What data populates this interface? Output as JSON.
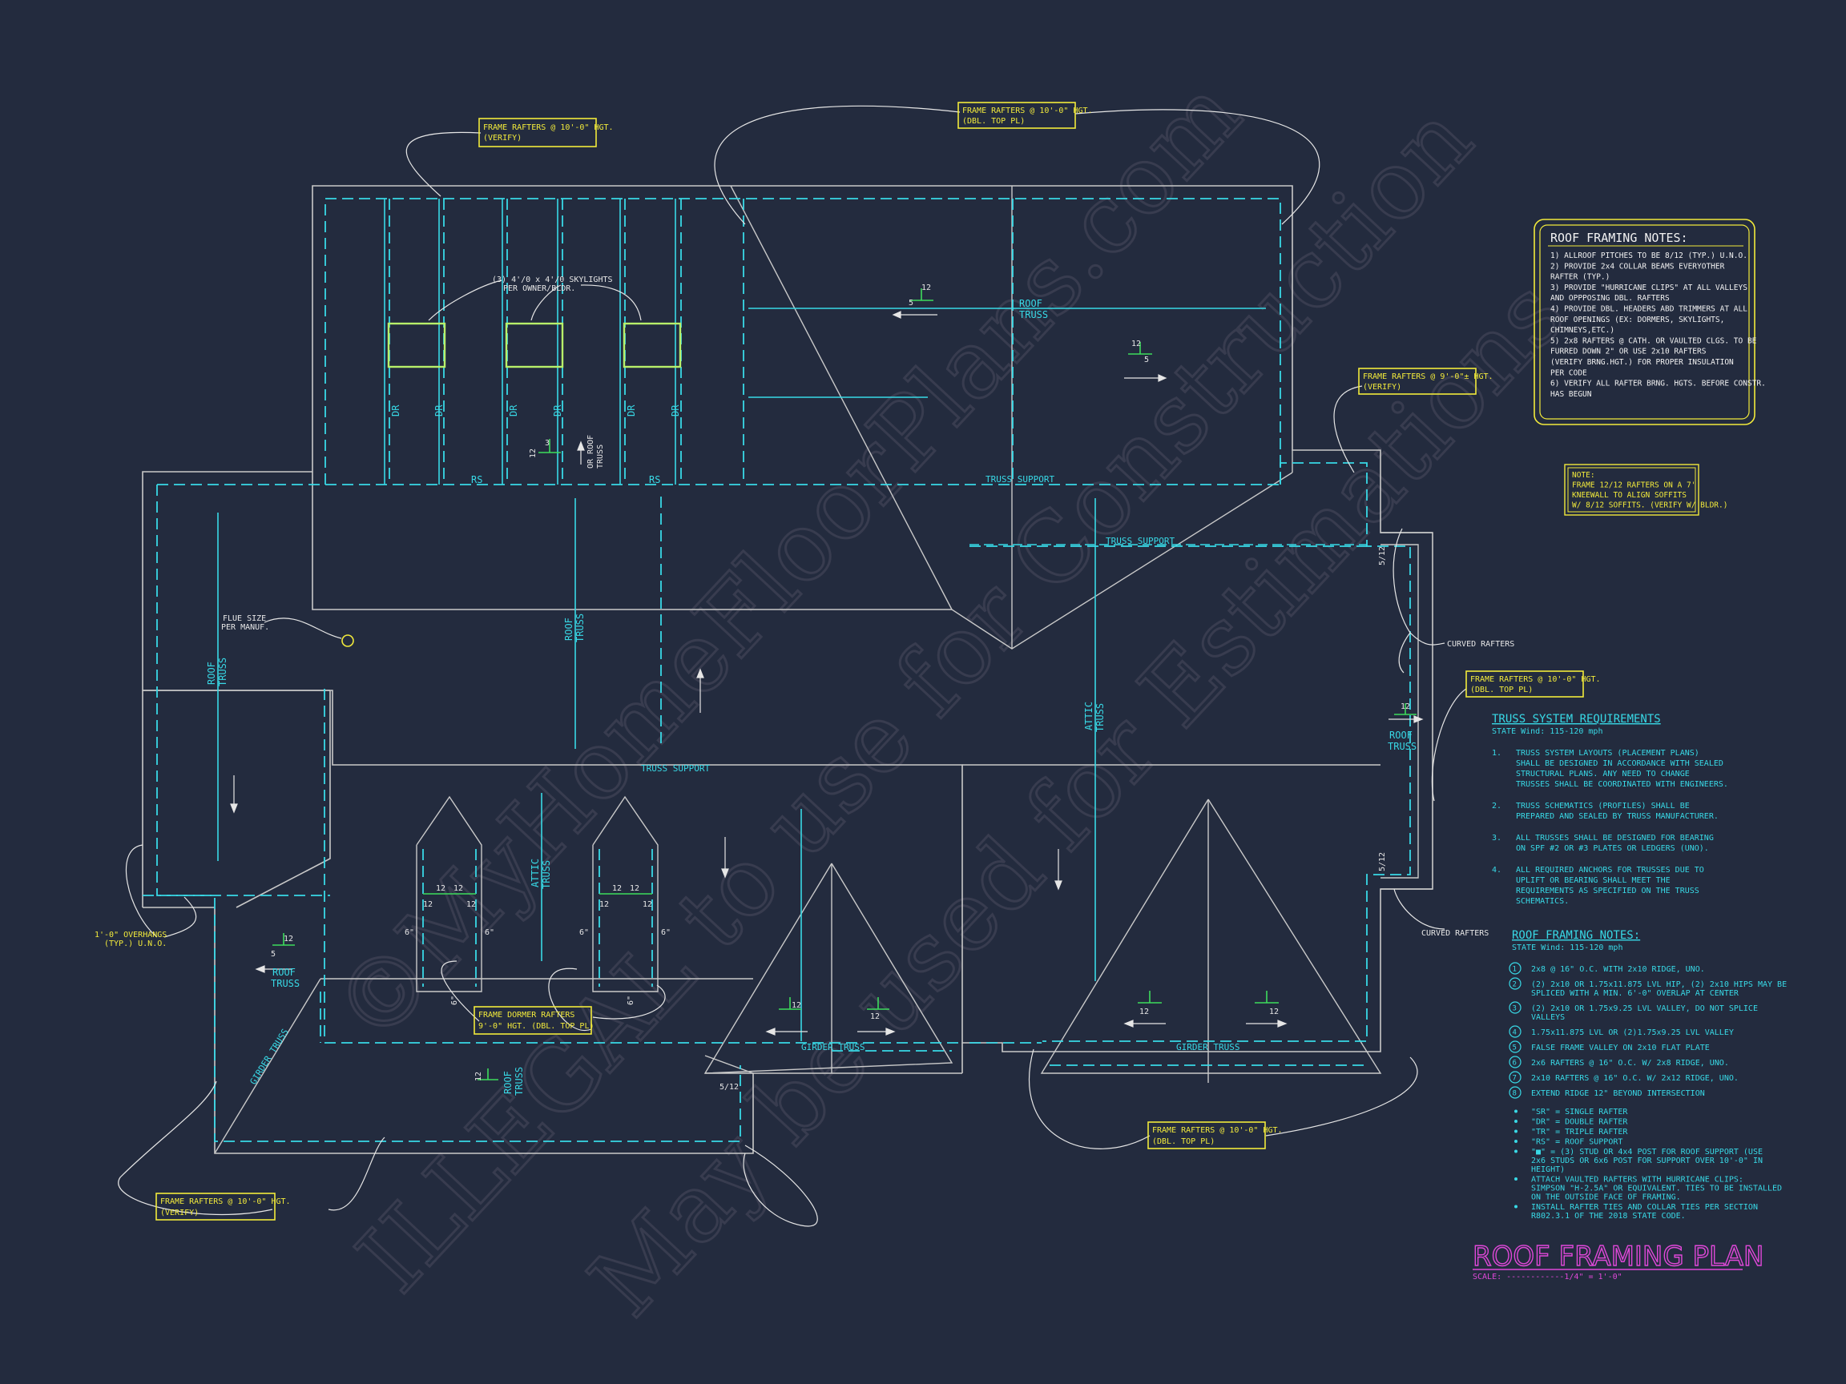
{
  "colors": {
    "background": "#232b3e",
    "wall": "#c9c9c9",
    "cyan": "#38d9e6",
    "yellow": "#f2ea3b",
    "magenta": "#e048d9",
    "skylight": "#b8f06a"
  },
  "watermark": {
    "line1": "©MyHomeFloorPlans.com",
    "line2": "ILLEGAL to use for Construction",
    "line3": "May be used for Estimations"
  },
  "callouts": {
    "c1": [
      "FRAME RAFTERS @ 10'-0\" HGT.",
      "(VERIFY)"
    ],
    "c2": [
      "FRAME RAFTERS @ 10'-0\" HGT.",
      "(DBL. TOP PL)"
    ],
    "c3": [
      "FRAME RAFTERS @ 9'-0\"± HGT.",
      "(VERIFY)"
    ],
    "c4": [
      "FRAME RAFTERS @ 10'-0\" HGT.",
      "(DBL. TOP PL)"
    ],
    "c5": [
      "FRAME DORMER RAFTERS",
      "9'-0\" HGT. (DBL. TOP PL)"
    ],
    "c6": [
      "FRAME RAFTERS @ 10'-0\" HGT.",
      "(DBL. TOP PL)"
    ],
    "c7": [
      "FRAME RAFTERS @ 10'-0\" HGT.",
      "(VERIFY)"
    ]
  },
  "plan_labels": {
    "skylights": [
      "(3) 4'/0 x 4'/0 SKYLIGHTS",
      "PER OWNER/BLDR."
    ],
    "dr": "DR",
    "rs": "RS",
    "or_roof_truss": [
      "OR ROOF",
      "TRUSS"
    ],
    "truss_support": "TRUSS SUPPORT",
    "roof": "ROOF",
    "truss": "TRUSS",
    "attic": "ATTIC",
    "girder_truss": "GIRDER TRUSS",
    "flue": [
      "FLUE SIZE",
      "PER MANUF."
    ],
    "overhangs": [
      "1'-0\" OVERHANGS",
      "(TYP.) U.N.O."
    ],
    "curved_rafters": "CURVED RAFTERS",
    "pitch_rise": "12",
    "pitch_run": "5",
    "pitch_run_3": "3",
    "slope_5_12": "5/12",
    "six_inch": "6\""
  },
  "roof_notes_box": {
    "title": "ROOF FRAMING NOTES:",
    "lines": [
      "1) ALLROOF PITCHES TO BE  8/12 (TYP.) U.N.O.",
      "2) PROVIDE 2x4 COLLAR BEAMS EVERYOTHER",
      "    RAFTER (TYP.)",
      "3) PROVIDE \"HURRICANE CLIPS\" AT ALL VALLEYS",
      "    AND OPPPOSING DBL. RAFTERS",
      "4) PROVIDE DBL. HEADERS ABD TRIMMERS AT ALL",
      "    ROOF OPENINGS (EX: DORMERS, SKYLIGHTS,",
      "    CHIMNEYS,ETC.)",
      "5) 2x8 RAFTERS @ CATH. OR VAULTED CLGS. TO BE",
      "    FURRED DOWN 2\" OR USE 2x10 RAFTERS",
      "    (VERIFY BRNG.HGT.) FOR PROPER INSULATION",
      "    PER CODE",
      "6) VERIFY ALL RAFTER BRNG. HGTS. BEFORE CONSTR.",
      "    HAS BEGUN"
    ]
  },
  "kneewall_note": {
    "lines": [
      "NOTE:",
      "FRAME 12/12 RAFTERS ON A 7'",
      "KNEEWALL TO ALIGN SOFFITS",
      "W/ 8/12 SOFFITS. (VERIFY W/ BLDR.)"
    ]
  },
  "truss_requirements": {
    "title": "TRUSS SYSTEM REQUIREMENTS",
    "subtitle": "STATE Wind:  115-120 mph",
    "items": [
      {
        "num": "1.",
        "lines": [
          "TRUSS SYSTEM LAYOUTS (PLACEMENT PLANS)",
          "SHALL BE DESIGNED IN ACCORDANCE WITH SEALED",
          "STRUCTURAL PLANS. ANY NEED TO  CHANGE",
          "TRUSSES SHALL BE COORDINATED  WITH  ENGINEERS."
        ]
      },
      {
        "num": "2.",
        "lines": [
          "TRUSS SCHEMATICS (PROFILES) SHALL BE",
          "PREPARED AND SEALED BY TRUSS  MANUFACTURER."
        ]
      },
      {
        "num": "3.",
        "lines": [
          "ALL TRUSSES SHALL BE DESIGNED FOR  BEARING",
          "ON SPF #2 OR #3 PLATES OR LEDGERS  (UNO)."
        ]
      },
      {
        "num": "4.",
        "lines": [
          "ALL REQUIRED ANCHORS FOR TRUSSES DUE  TO",
          "UPLIFT OR BEARING SHALL MEET THE",
          "REQUIREMENTS AS SPECIFIED ON THE TRUSS",
          "SCHEMATICS."
        ]
      }
    ]
  },
  "framing_notes": {
    "title": "ROOF FRAMING NOTES:",
    "subtitle": "STATE Wind:  115-120 mph",
    "items": [
      {
        "num": "1",
        "lines": [
          "2x8 @ 16\" O.C. WITH 2x10 RIDGE, UNO."
        ]
      },
      {
        "num": "2",
        "lines": [
          "(2) 2x10 OR 1.75x11.875 LVL HIP, (2) 2x10 HIPS MAY BE",
          "SPLICED WITH A MIN. 6'-0\" OVERLAP AT CENTER"
        ]
      },
      {
        "num": "3",
        "lines": [
          "(2) 2x10 OR 1.75x9.25 LVL VALLEY, DO NOT SPLICE",
          "VALLEYS"
        ]
      },
      {
        "num": "4",
        "lines": [
          "1.75x11.875 LVL OR (2)1.75x9.25 LVL VALLEY"
        ]
      },
      {
        "num": "5",
        "lines": [
          "FALSE FRAME VALLEY ON 2x10 FLAT PLATE"
        ]
      },
      {
        "num": "6",
        "lines": [
          "2x6 RAFTERS @ 16\" O.C. W/ 2x8 RIDGE, UNO."
        ]
      },
      {
        "num": "7",
        "lines": [
          "2x10 RAFTERS @ 16\" O.C. W/ 2x12 RIDGE, UNO."
        ]
      },
      {
        "num": "8",
        "lines": [
          "EXTEND RIDGE 12\" BEYOND INTERSECTION"
        ]
      }
    ],
    "bullets": [
      [
        "\"SR\"  = SINGLE RAFTER"
      ],
      [
        "\"DR\"  = DOUBLE RAFTER"
      ],
      [
        "\"TR\"  = TRIPLE RAFTER"
      ],
      [
        "\"RS\"  = ROOF SUPPORT"
      ],
      [
        "\"■\" = (3) STUD OR 4x4 POST FOR ROOF SUPPORT (USE",
        "2x6 STUDS OR 6x6 POST FOR SUPPORT OVER 10'-0\" IN",
        "HEIGHT)"
      ],
      [
        "ATTACH VAULTED RAFTERS WITH HURRICANE CLIPS:",
        "SIMPSON \"H-2.5A\" OR EQUIVALENT. TIES TO BE INSTALLED",
        "ON THE OUTSIDE FACE OF FRAMING."
      ],
      [
        "INSTALL RAFTER TIES AND COLLAR TIES PER SECTION",
        "R802.3.1 OF THE 2018 STATE CODE."
      ]
    ]
  },
  "title_block": {
    "title": "ROOF FRAMING PLAN",
    "scale": "SCALE:  ------------1/4\" = 1'-0\""
  }
}
